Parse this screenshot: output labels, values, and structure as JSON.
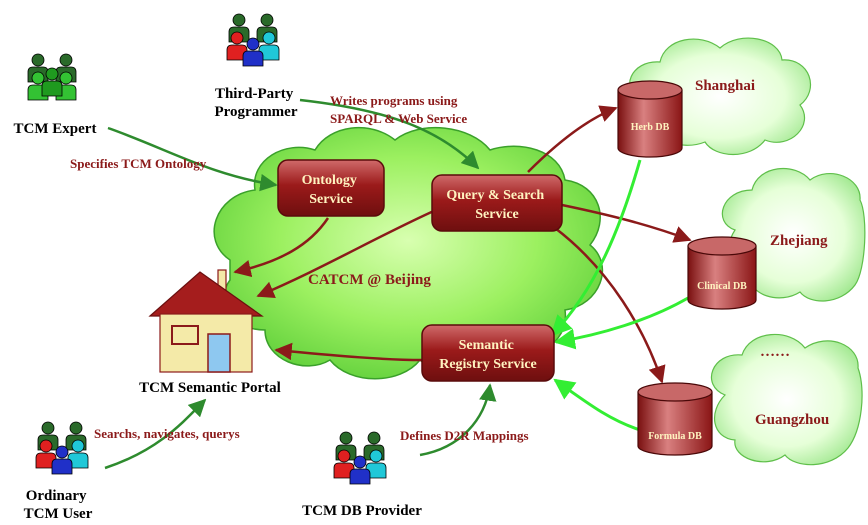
{
  "colors": {
    "cloud_fill": "#7ee04e",
    "cloud_edge": "#3aa02a",
    "box_fill": "#9b1a1a",
    "box_text": "#fff3c0",
    "arrow_red": "#8b1a1a",
    "arrow_green": "#2e8b2e",
    "arrow_bright_green": "#33ee33",
    "label_red": "#8b1a1a"
  },
  "actors": {
    "expert": "TCM Expert",
    "programmer": [
      "Third-Party",
      "Programmer"
    ],
    "user": [
      "Ordinary",
      "TCM User"
    ],
    "provider": "TCM DB Provider"
  },
  "edge_labels": {
    "expert": "Specifies  TCM Ontology",
    "programmer": [
      "Writes programs  using",
      "SPARQL & Web Service"
    ],
    "user": "Searchs, navigates, querys",
    "provider": "Defines D2R Mappings"
  },
  "center_cloud": "CATCM @ Beijing",
  "services": {
    "ontology": [
      "Ontology",
      "Service"
    ],
    "query": [
      "Query & Search",
      "Service"
    ],
    "registry": [
      "Semantic",
      "Registry Service"
    ]
  },
  "portal": "TCM Semantic Portal",
  "databases": {
    "herb": "Herb DB",
    "clinical": "Clinical DB",
    "formula": "Formula DB"
  },
  "cities": {
    "shanghai": "Shanghai",
    "zhejiang": "Zhejiang",
    "guangzhou": "Guangzhou"
  },
  "ellipsis": "……"
}
